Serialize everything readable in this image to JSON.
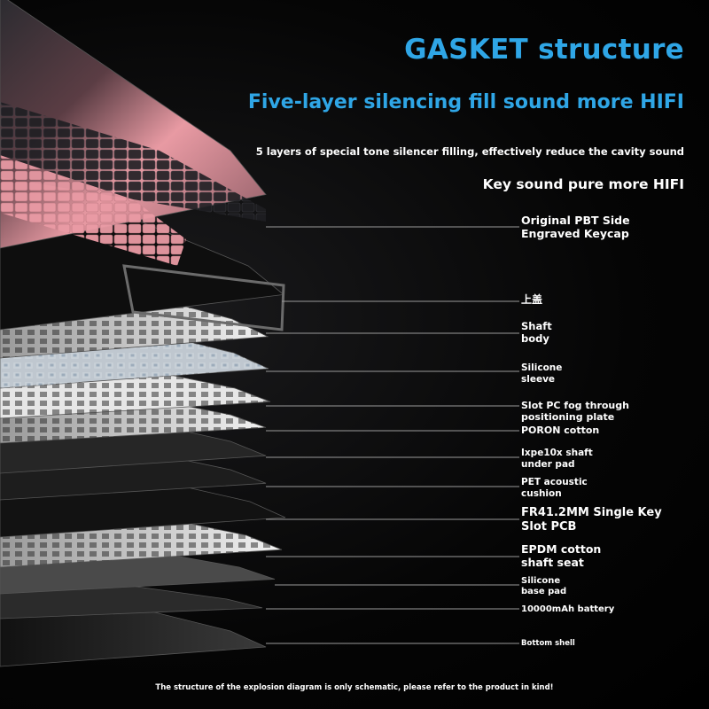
{
  "header": {
    "title": "GASKET structure",
    "subtitle": "Five-layer silencing fill sound more HIFI",
    "description": "5 layers of special tone silencer filling, effectively reduce the cavity sound",
    "tagline": "Key sound pure more HIFI"
  },
  "layers": [
    {
      "name": "keycap",
      "label": "Original PBT Side\nEngraved Keycap"
    },
    {
      "name": "top-cover",
      "label": "上盖"
    },
    {
      "name": "switch-body",
      "label": "Shaft\nbody"
    },
    {
      "name": "silicone-sleeve",
      "label": "Silicone\nsleeve"
    },
    {
      "name": "positioning-plate",
      "label": "Slot PC fog through\npositioning plate"
    },
    {
      "name": "poron-cotton",
      "label": "PORON cotton"
    },
    {
      "name": "ixpe-pad",
      "label": "Ixpe10x shaft\nunder pad"
    },
    {
      "name": "pet-cushion",
      "label": "PET acoustic\ncushion"
    },
    {
      "name": "pcb",
      "label": "FR41.2MM Single Key\nSlot PCB"
    },
    {
      "name": "epdm-cotton",
      "label": "EPDM cotton\nshaft seat"
    },
    {
      "name": "silicone-base-pad",
      "label": "Silicone\nbase pad"
    },
    {
      "name": "battery",
      "label": "10000mAh battery"
    },
    {
      "name": "bottom-shell",
      "label": "Bottom shell"
    }
  ],
  "footer": {
    "note": "The structure of the explosion diagram is only schematic, please refer to the product in kind!"
  },
  "colors": {
    "accent": "#2fa6e6",
    "background": "#000000",
    "text": "#ffffff",
    "keycap_pink": "#f0a0a8",
    "keycap_dark": "#2a2a2e",
    "leader_line": "#9a9a9a"
  }
}
